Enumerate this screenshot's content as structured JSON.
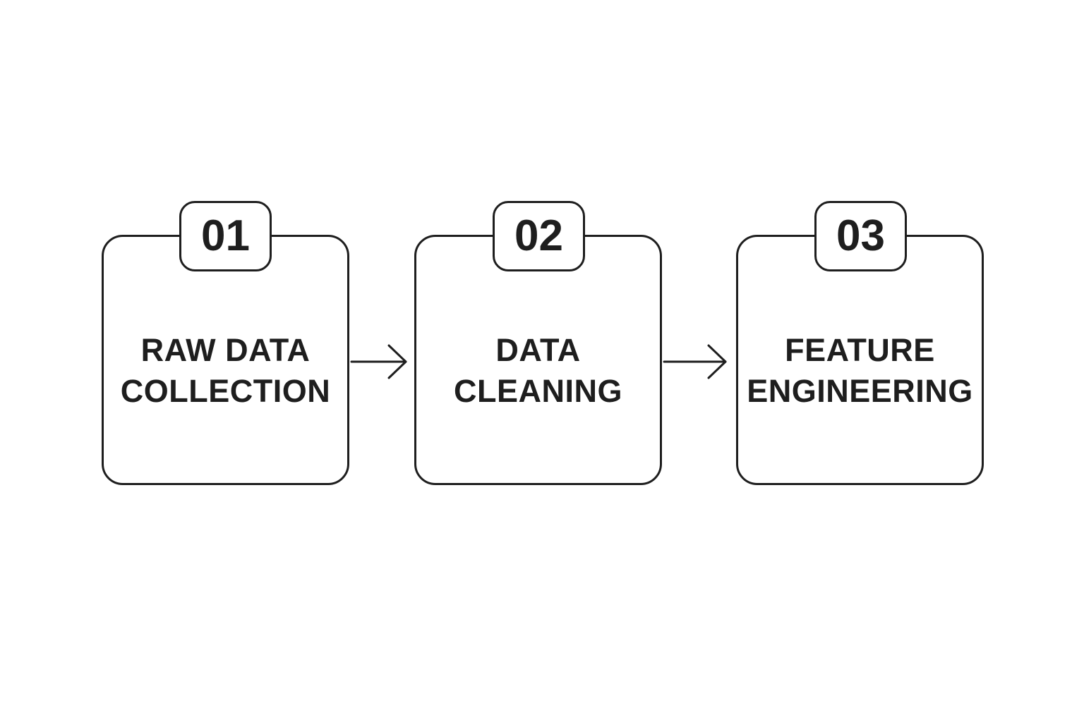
{
  "diagram": {
    "steps": [
      {
        "number": "01",
        "label": "RAW DATA\nCOLLECTION"
      },
      {
        "number": "02",
        "label": "DATA\nCLEANING"
      },
      {
        "number": "03",
        "label": "FEATURE\nENGINEERING"
      }
    ]
  },
  "colors": {
    "stroke": "#1e1e1e",
    "background": "#ffffff"
  }
}
